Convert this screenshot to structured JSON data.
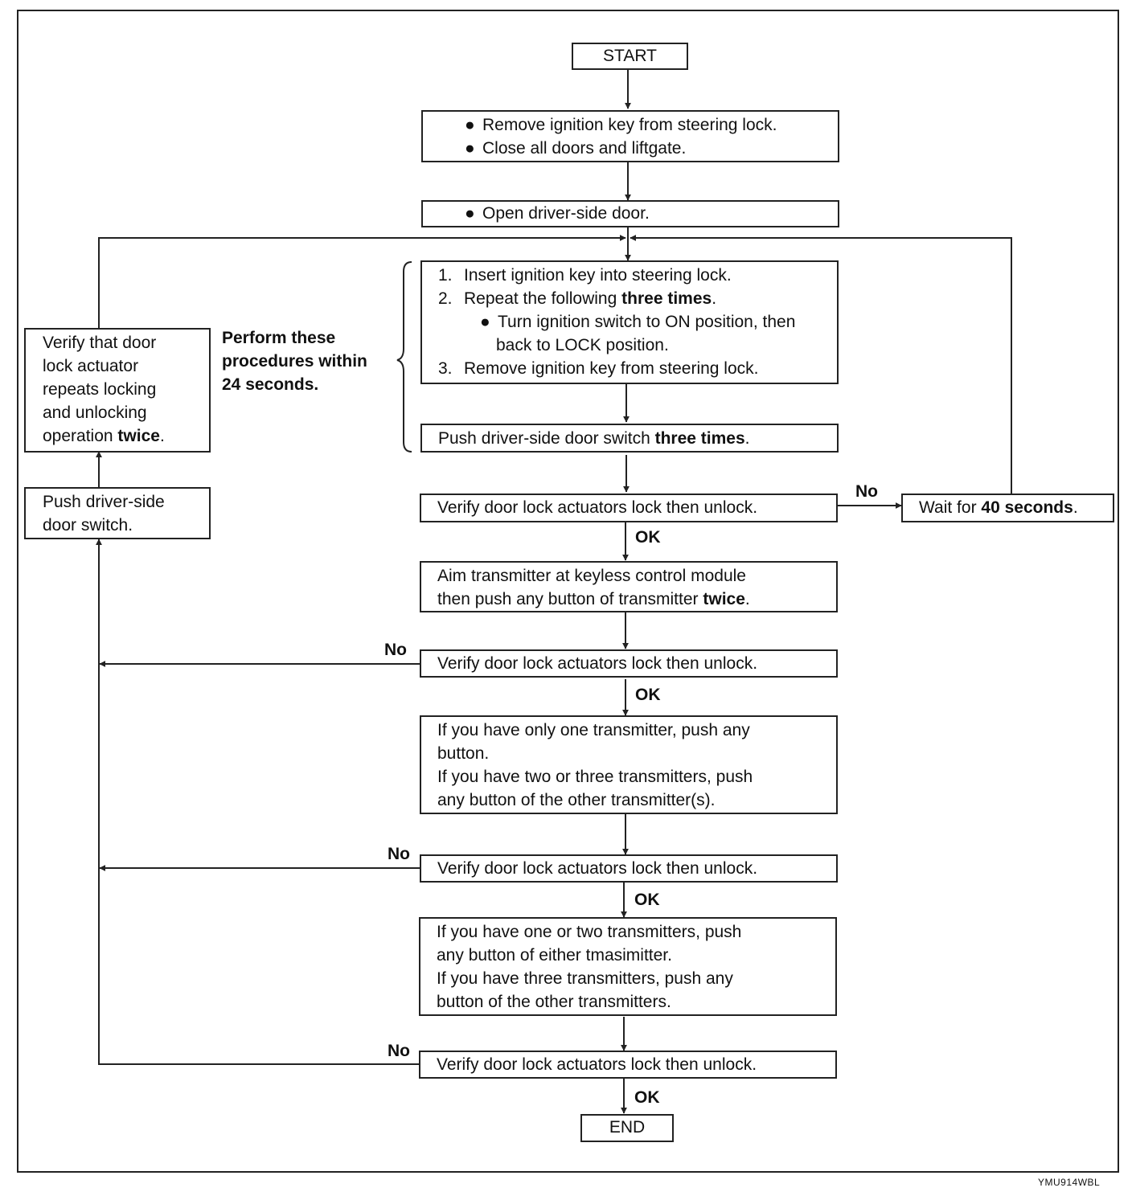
{
  "flowchart": {
    "start": "START",
    "end": "END",
    "step1": {
      "bullet": "●",
      "lines": [
        "Remove ignition key from steering lock.",
        "Close all doors and liftgate."
      ]
    },
    "step2": {
      "bullet": "●",
      "text": "Open driver-side door."
    },
    "step3": {
      "item1": {
        "num": "1.",
        "text": "Insert ignition key into steering lock."
      },
      "item2": {
        "num": "2.",
        "text": "Repeat the following ",
        "bold": "three times",
        "suffix": "."
      },
      "sub": {
        "bullet": "●",
        "line1": "Turn ignition switch to ON position, then",
        "line2": "back to LOCK position."
      },
      "item3": {
        "num": "3.",
        "text": "Remove ignition key from steering lock."
      }
    },
    "step4": {
      "text": "Push driver-side door switch ",
      "bold": "three times",
      "suffix": "."
    },
    "verify_text": "Verify door lock actuators lock then unlock.",
    "wait": {
      "text": "Wait for ",
      "bold": "40 seconds",
      "suffix": "."
    },
    "step6": {
      "line1": "Aim transmitter at keyless control module",
      "line2": "then push any button of transmitter ",
      "bold": "twice",
      "suffix": "."
    },
    "step8": {
      "lines": [
        "If you have only one transmitter, push any",
        "button.",
        "If you have two or three transmitters, push",
        "any button of the other transmitter(s)."
      ]
    },
    "step10": {
      "lines": [
        "If you have one or two transmitters, push",
        "any button of either tmasimitter.",
        "If you have three transmitters, push any",
        "button of the other transmitters."
      ]
    },
    "push_switch": {
      "lines": [
        "Push driver-side",
        "door switch."
      ]
    },
    "verify_repeat": {
      "lines": [
        "Verify that door",
        "lock actuator",
        "repeats locking",
        "and unlocking"
      ],
      "last": "operation ",
      "bold": "twice",
      "suffix": "."
    },
    "note": {
      "lines": [
        "Perform these",
        "procedures within",
        "24 seconds."
      ]
    },
    "label_no": "No",
    "label_ok": "OK",
    "ref_code": "YMU914WBL"
  }
}
